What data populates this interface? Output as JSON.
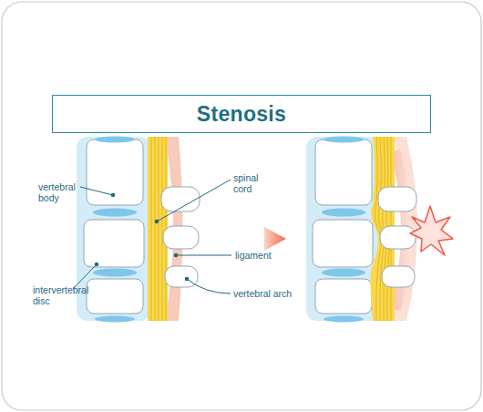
{
  "diagram": {
    "title": "Stenosis",
    "labels": [
      "vertebral body",
      "intervertebral disc",
      "spinal cord",
      "ligament",
      "vertebral arch"
    ]
  }
}
